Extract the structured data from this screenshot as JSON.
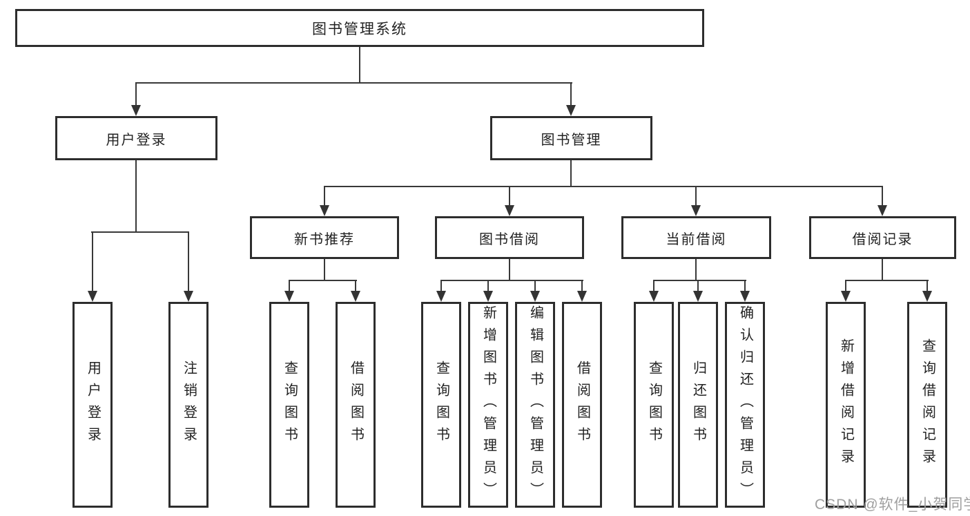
{
  "tree": {
    "root": {
      "label": "图书管理系统",
      "children": [
        {
          "label": "用户登录",
          "children": [
            {
              "label": "用户登录"
            },
            {
              "label": "注销登录"
            }
          ]
        },
        {
          "label": "图书管理",
          "children": [
            {
              "label": "新书推荐",
              "children": [
                {
                  "label": "查询图书"
                },
                {
                  "label": "借阅图书"
                }
              ]
            },
            {
              "label": "图书借阅",
              "children": [
                {
                  "label": "查询图书"
                },
                {
                  "label": "新增图书（管理员）"
                },
                {
                  "label": "编辑图书（管理员）"
                },
                {
                  "label": "借阅图书"
                }
              ]
            },
            {
              "label": "当前借阅",
              "children": [
                {
                  "label": "查询图书"
                },
                {
                  "label": "归还图书"
                },
                {
                  "label": "确认归还（管理员）"
                }
              ]
            },
            {
              "label": "借阅记录",
              "children": [
                {
                  "label": "新增借阅记录"
                },
                {
                  "label": "查询借阅记录"
                }
              ]
            }
          ]
        }
      ]
    }
  },
  "watermark": {
    "text": "CSDN @软件_小贺同学"
  },
  "colors": {
    "background": "#ffffff",
    "box_border": "#2d2d2d",
    "line": "#383838",
    "text": "#222222",
    "watermark": "#9f9f9f"
  }
}
